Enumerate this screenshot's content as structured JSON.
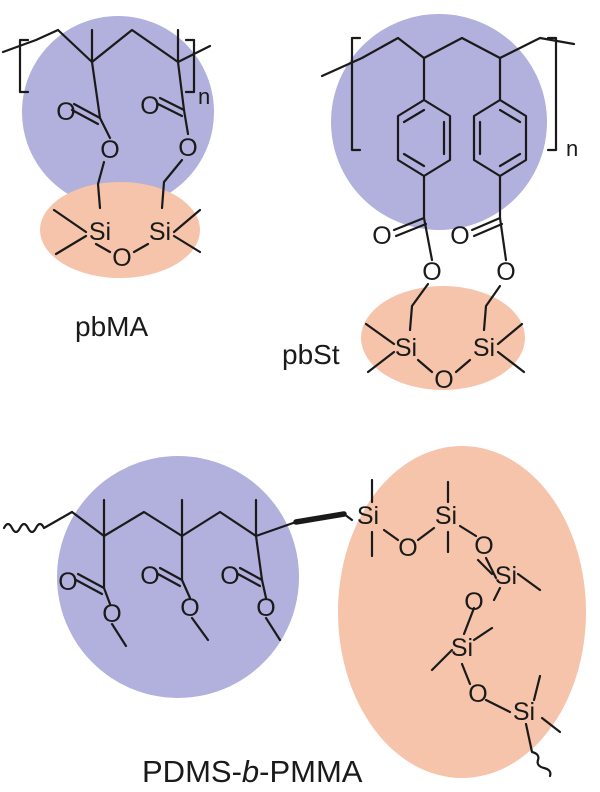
{
  "colors": {
    "hard_block": "#b2b0dc",
    "soft_block": "#f5c4aa",
    "bond": "#1a1a1a"
  },
  "labels": {
    "pbma": "pbMA",
    "pbst": "pbSt",
    "copolymer_prefix": "PDMS-",
    "copolymer_italic": "b",
    "copolymer_suffix": "-PMMA"
  },
  "atoms": {
    "oxygen": "O",
    "silicon": "Si",
    "repeat": "n"
  }
}
